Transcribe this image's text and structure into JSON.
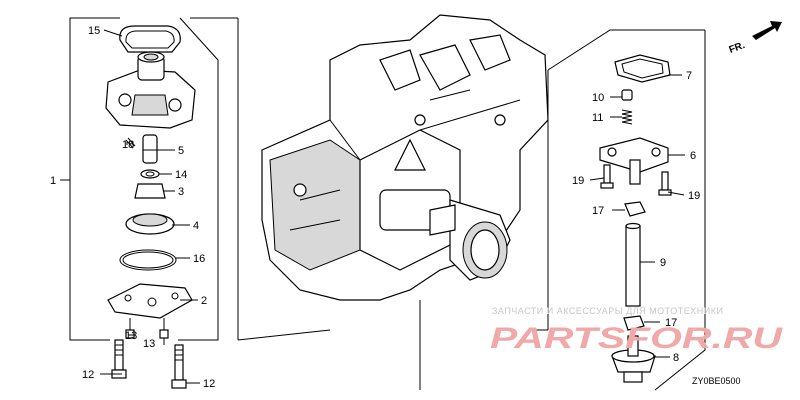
{
  "diagram": {
    "code": "ZY0BE0500",
    "direction_label": "FR.",
    "watermark": {
      "caption": "ЗАПЧАСТИ И АКСЕССУАРЫ ДЛЯ МОТОТЕХНИКИ",
      "logo": "PARTSFOR.RU"
    },
    "callouts": {
      "c1": "1",
      "c2": "2",
      "c3": "3",
      "c4": "4",
      "c5": "5",
      "c6": "6",
      "c7": "7",
      "c8": "8",
      "c9": "9",
      "c10": "10",
      "c11": "11",
      "c12a": "12",
      "c12b": "12",
      "c13a": "13",
      "c13b": "13",
      "c14": "14",
      "c15": "15",
      "c16": "16",
      "c17a": "17",
      "c17b": "17",
      "c18": "18",
      "c19a": "19",
      "c19b": "19"
    }
  }
}
